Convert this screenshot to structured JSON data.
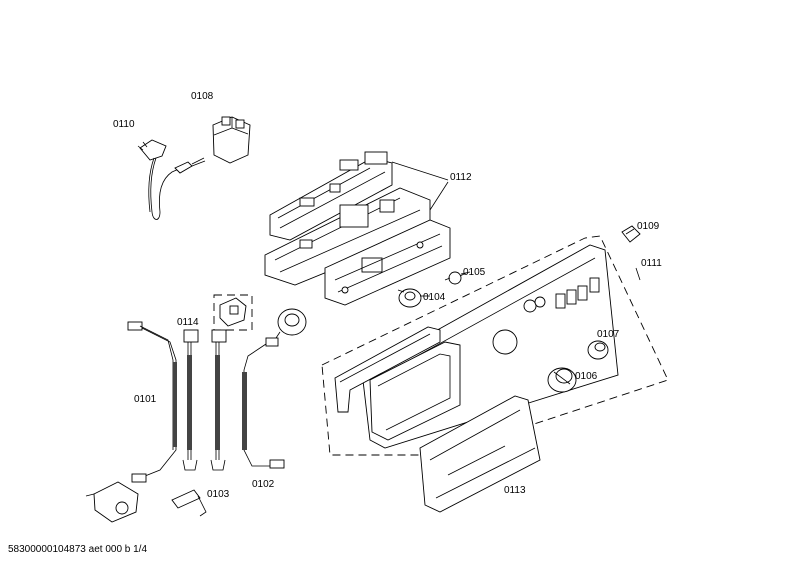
{
  "labels": {
    "p0101": "0101",
    "p0102": "0102",
    "p0103": "0103",
    "p0104": "0104",
    "p0105": "0105",
    "p0106": "0106",
    "p0107": "0107",
    "p0108": "0108",
    "p0109": "0109",
    "p0110": "0110",
    "p0111": "0111",
    "p0112": "0112",
    "p0113": "0113",
    "p0114": "0114"
  },
  "footer": {
    "doc_id": "58300000104873 aet 000 b 1/4"
  }
}
